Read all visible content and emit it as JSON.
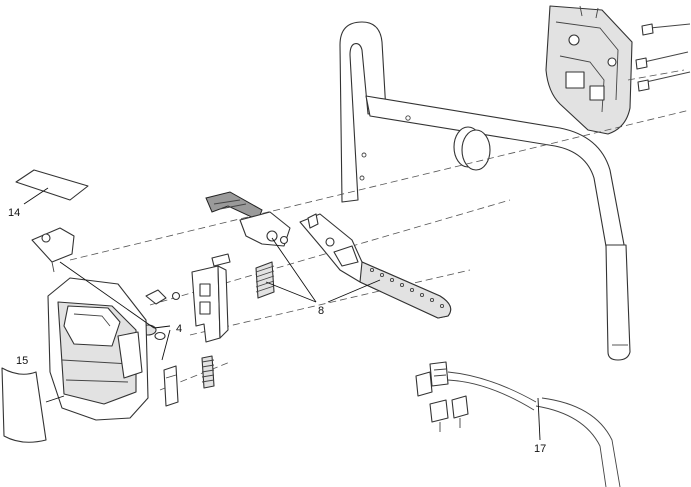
{
  "callouts": {
    "c4": "4",
    "c8": "8",
    "c14": "14",
    "c15": "15",
    "c17": "17"
  },
  "colors": {
    "line": "#333333",
    "shade": "#e2e2e2",
    "dark": "#9a9a9a",
    "background": "#ffffff"
  }
}
